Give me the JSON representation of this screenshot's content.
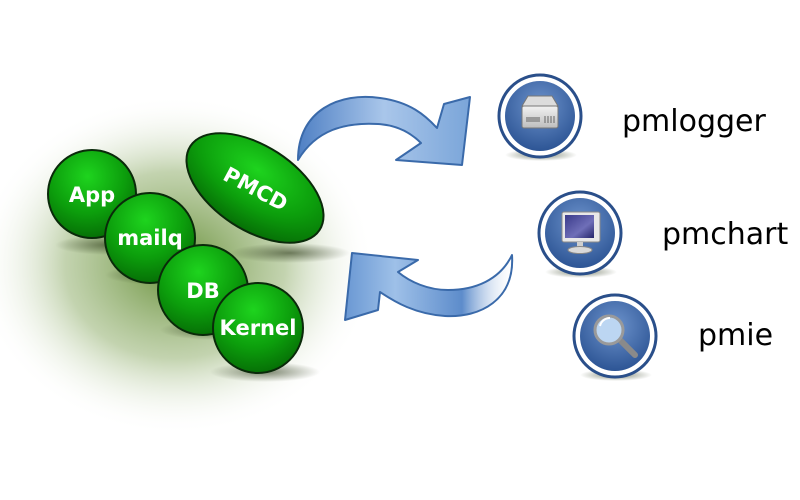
{
  "diagram": {
    "title": "Performance Co-Pilot architecture",
    "agents": [
      {
        "label": "App"
      },
      {
        "label": "mailq"
      },
      {
        "label": "DB"
      },
      {
        "label": "Kernel"
      }
    ],
    "collector": {
      "label": "PMCD"
    },
    "tools": [
      {
        "label": "pmlogger",
        "icon": "hard-drive-icon"
      },
      {
        "label": "pmchart",
        "icon": "monitor-icon"
      },
      {
        "label": "pmie",
        "icon": "magnifier-icon"
      }
    ],
    "arrows": [
      {
        "direction": "pmcd-to-tools"
      },
      {
        "direction": "tools-to-pmcd"
      }
    ],
    "colors": {
      "agent_green": "#0a9a0a",
      "agent_highlight": "#22d822",
      "halo_green": "#7a9a50",
      "arrow_blue": "#6f9fd5",
      "arrow_stroke": "#3a6aaa",
      "tool_blue": "#3e6aa8",
      "tool_ring": "#2a4f8a"
    }
  }
}
